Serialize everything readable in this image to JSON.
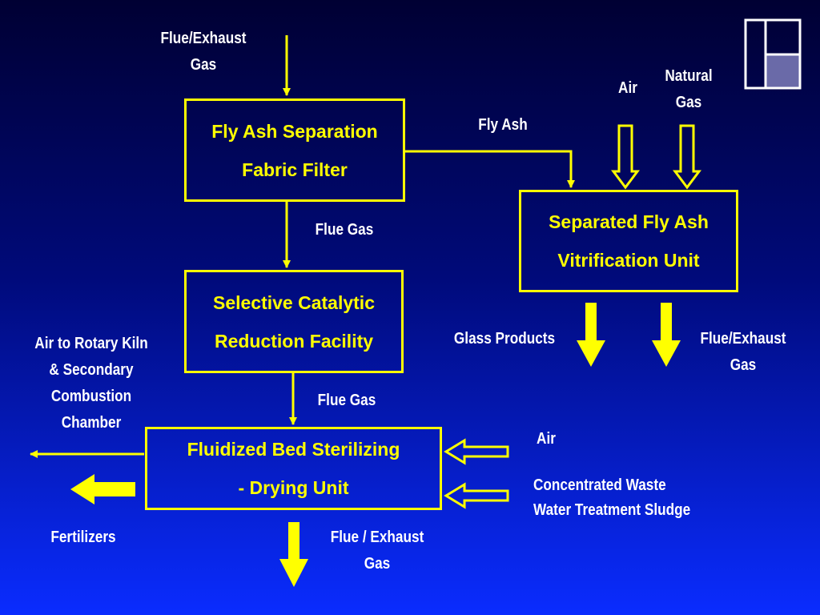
{
  "colors": {
    "accent": "#ffff00",
    "text": "#ffffff",
    "background_top": "#000033",
    "background_bottom": "#0a2cff",
    "logo_fill": "#6a6aa8"
  },
  "boxes": {
    "fly_ash_separation": {
      "line1": "Fly Ash Separation",
      "line2": "Fabric Filter"
    },
    "vitrification": {
      "line1": "Separated Fly Ash",
      "line2": "Vitrification Unit"
    },
    "scr": {
      "line1": "Selective Catalytic",
      "line2": "Reduction Facility"
    },
    "fluidized_bed": {
      "line1": "Fluidized Bed Sterilizing",
      "line2": "- Drying Unit"
    }
  },
  "labels": {
    "flue_exhaust_in": {
      "line1": "Flue/Exhaust",
      "line2": "Gas"
    },
    "air_vitrification": "Air",
    "natural_gas": {
      "line1": "Natural",
      "line2": "Gas"
    },
    "fly_ash": "Fly Ash",
    "flue_gas_1": "Flue Gas",
    "glass_products": "Glass Products",
    "flue_exhaust_vitrification": {
      "line1": "Flue/Exhaust",
      "line2": "Gas"
    },
    "air_to_rotary_kiln": {
      "line1": "Air to Rotary Kiln",
      "line2": "& Secondary",
      "line3": "Combustion",
      "line4": "Chamber"
    },
    "flue_gas_2": "Flue Gas",
    "air_dryer": "Air",
    "concentrated_waste": {
      "line1": "Concentrated Waste",
      "line2": "Water Treatment Sludge"
    },
    "fertilizers": "Fertilizers",
    "flue_exhaust_out": {
      "line1": "Flue / Exhaust",
      "line2": "Gas"
    }
  },
  "icons": {
    "logo": "window-grid-logo"
  }
}
